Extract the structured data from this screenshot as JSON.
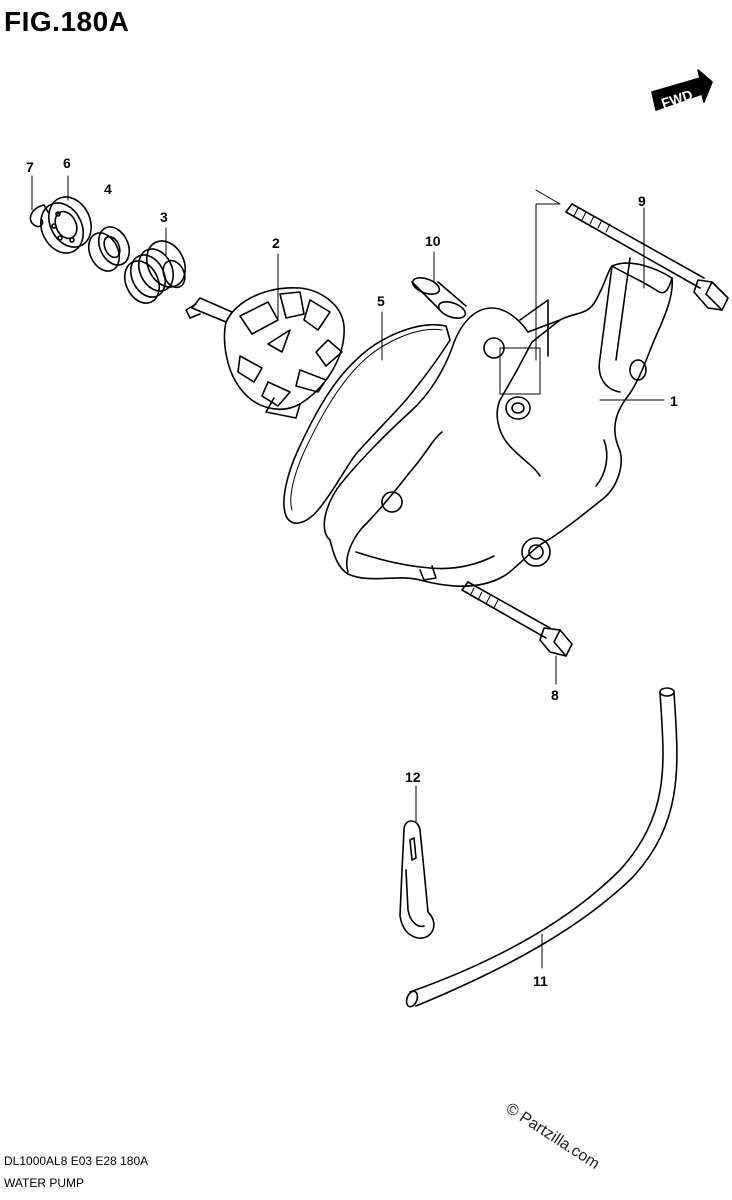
{
  "title": "FIG.180A",
  "fwd_label": "FWD",
  "callouts": {
    "c1": "1",
    "c2": "2",
    "c3": "3",
    "c4": "4",
    "c5": "5",
    "c6": "6",
    "c7": "7",
    "c8": "8",
    "c9": "9",
    "c10": "10",
    "c11": "11",
    "c12": "12"
  },
  "footer": {
    "code": "DL1000AL8  E03  E28  180A",
    "name": "WATER PUMP"
  },
  "watermark": "© Partzilla.com"
}
